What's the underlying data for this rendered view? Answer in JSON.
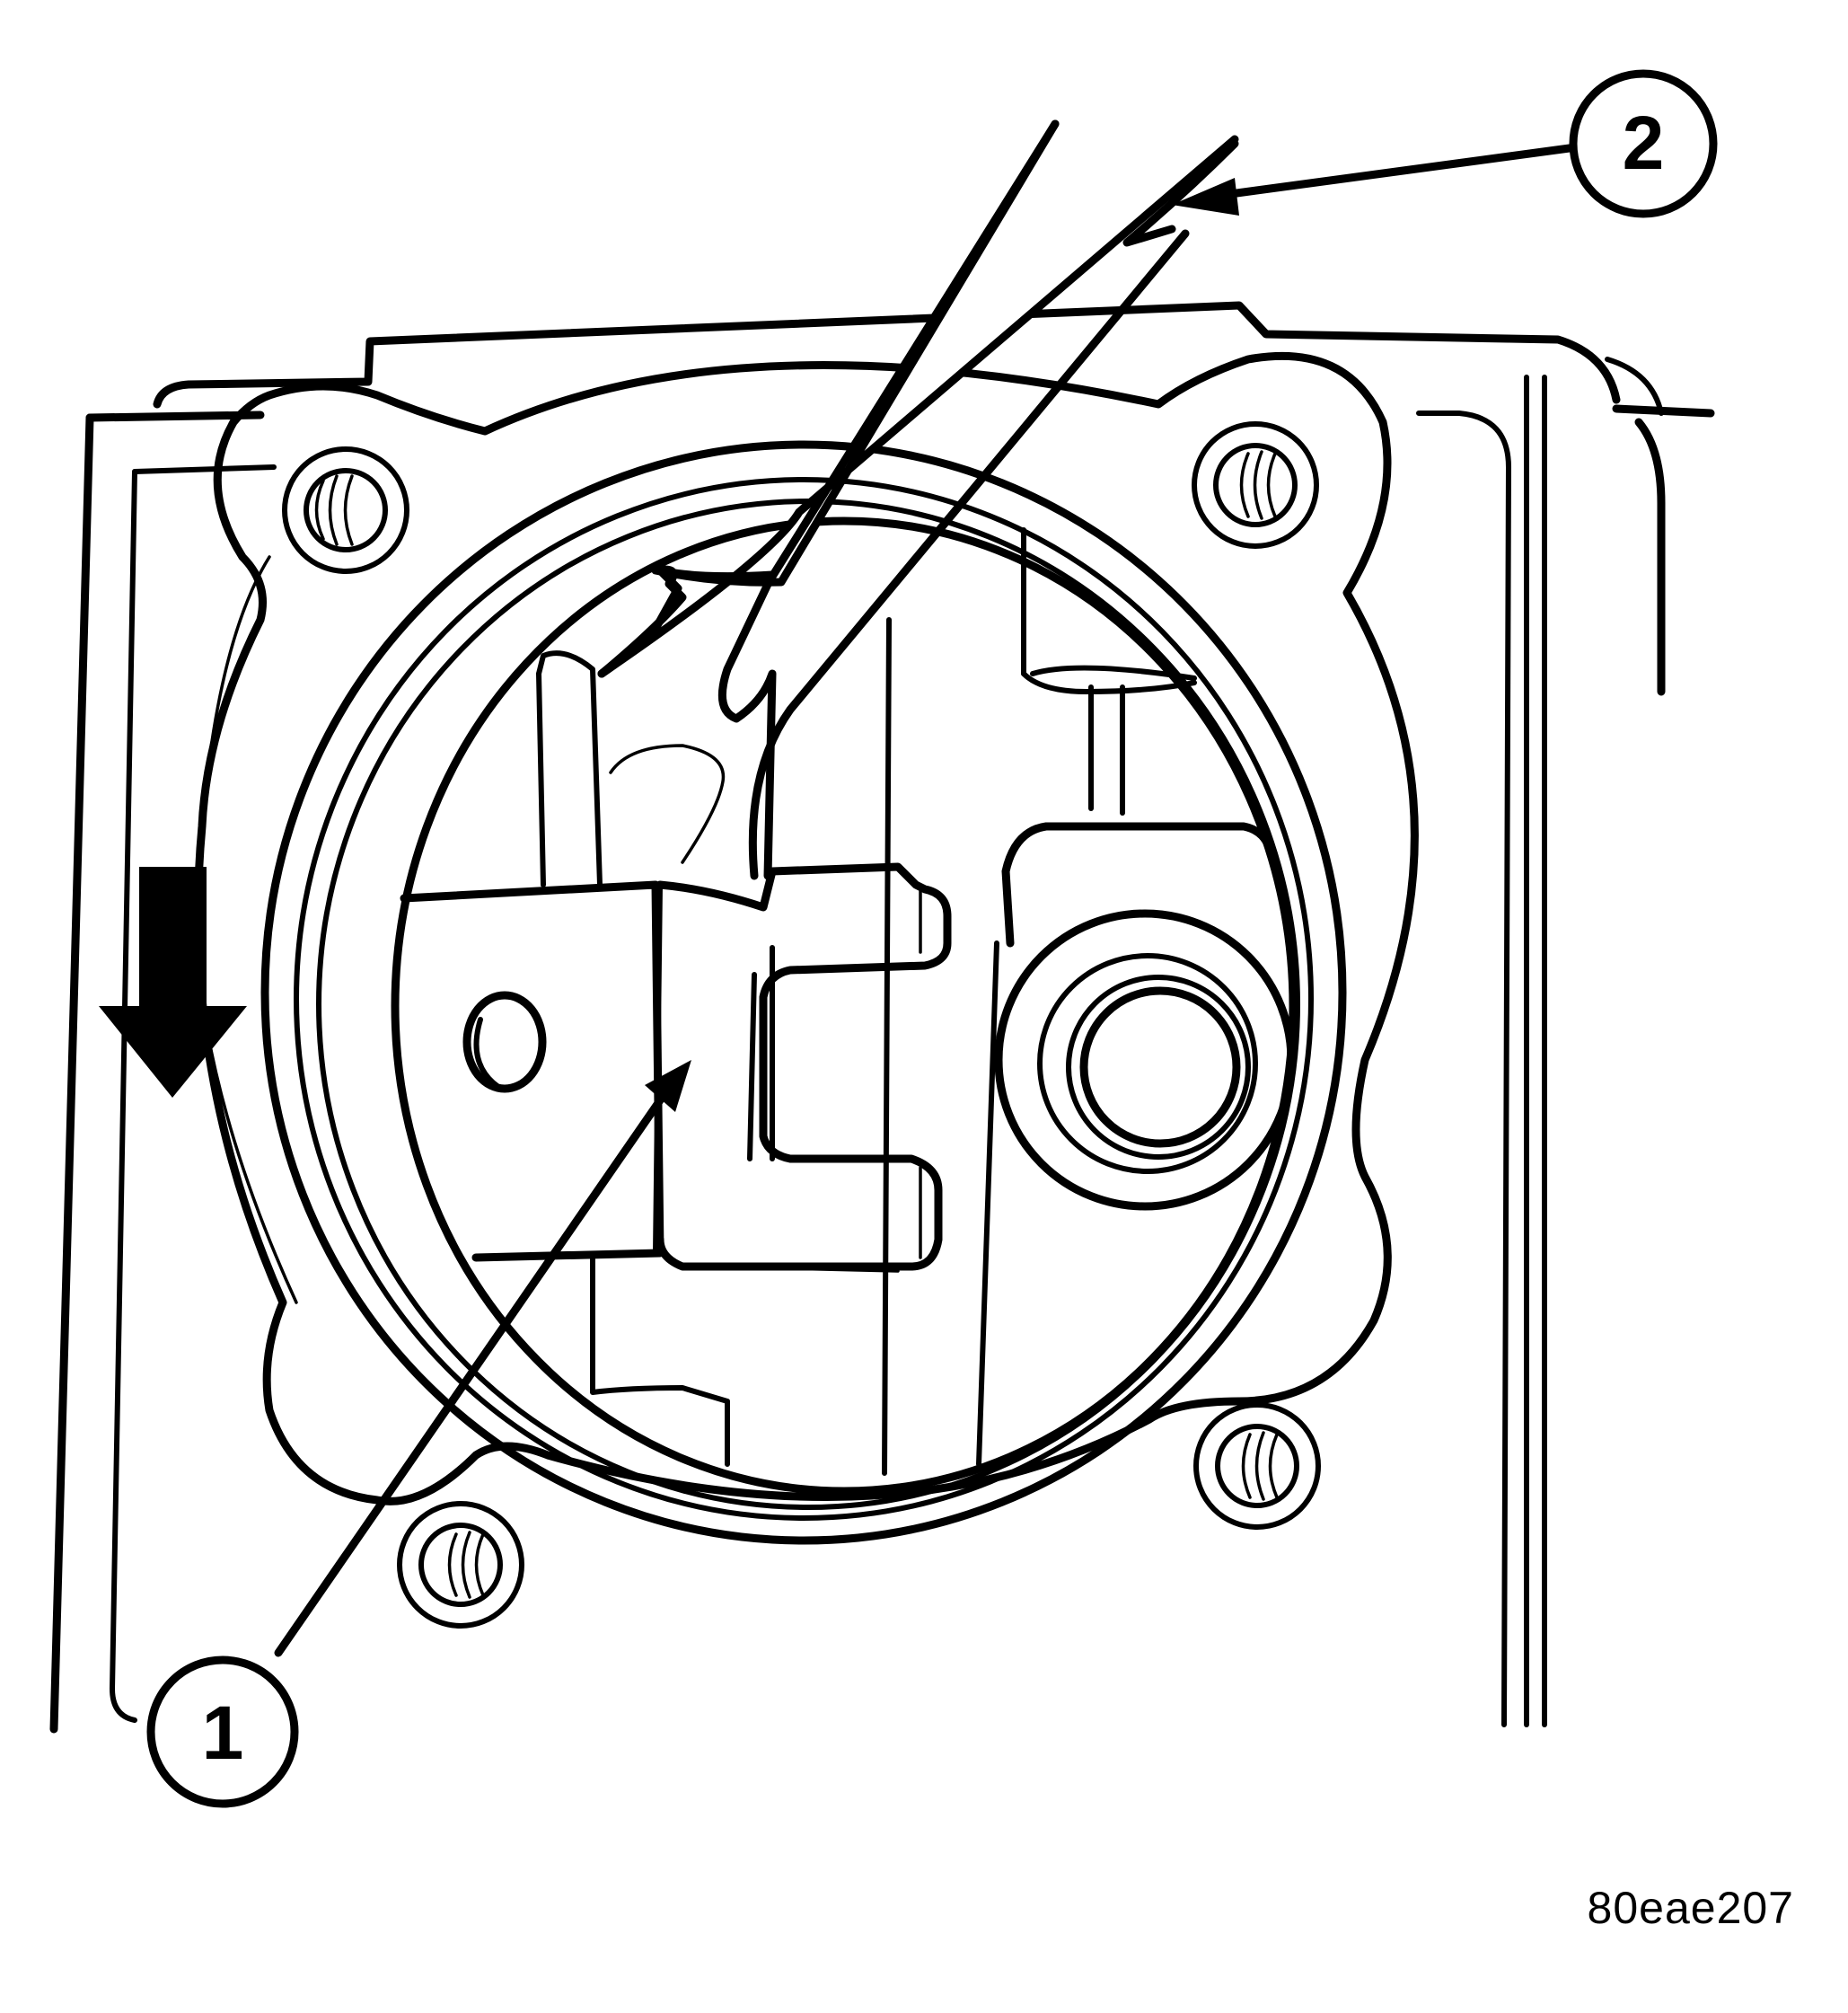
{
  "callouts": [
    {
      "id": "1",
      "label": "1"
    },
    {
      "id": "2",
      "label": "2"
    }
  ],
  "figure_code": "80eae207",
  "icons": {
    "direction_arrow": "arrow-down-icon"
  },
  "colors": {
    "ink": "#000000",
    "paper": "#ffffff"
  }
}
